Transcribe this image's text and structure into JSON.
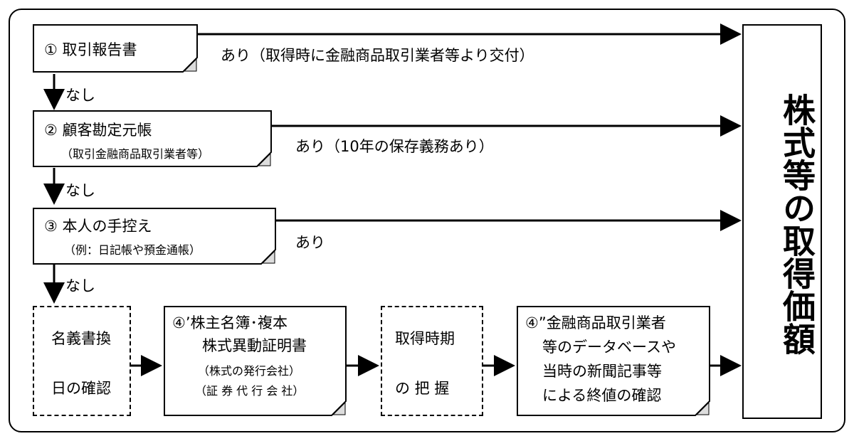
{
  "step1": {
    "title": "① 取引報告書",
    "label_yes": "あり（取得時に金融商品取引業者等より交付）"
  },
  "step2": {
    "title": "② 顧客勘定元帳",
    "sub": "（取引金融商品取引業者等）",
    "label_yes": "あり（10年の保存義務あり）"
  },
  "step3": {
    "title": "③ 本人の手控え",
    "sub": "（例：日記帳や預金通帳）",
    "label_yes": "あり"
  },
  "no_label": "なし",
  "bottom": {
    "box_a": {
      "line1": "名義書換",
      "line2": "日の確認"
    },
    "box_b": {
      "line1": "④’株主名簿･複本",
      "line2": "株式異動証明書",
      "line3": "（株式の発行会社）",
      "line4": "（証 券 代 行 会 社）"
    },
    "box_c": {
      "line1": "取得時期",
      "line2": "の 把 握"
    },
    "box_d": {
      "line1": "④”金融商品取引業者",
      "line2": "等のデータベースや",
      "line3": "当時の新聞記事等",
      "line4": "による終値の確認"
    }
  },
  "result": {
    "text": "株式等の取得価額"
  }
}
